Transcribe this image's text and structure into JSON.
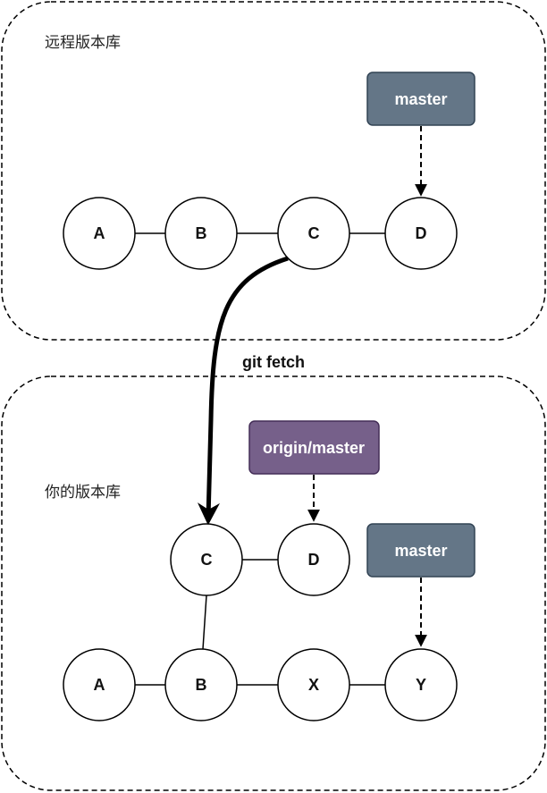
{
  "regions": {
    "remote": {
      "label": "远程版本库"
    },
    "local": {
      "label": "你的版本库"
    }
  },
  "remote": {
    "nodes": [
      "A",
      "B",
      "C",
      "D"
    ],
    "master_label": "master"
  },
  "local": {
    "nodes": [
      "A",
      "B",
      "X",
      "Y",
      "C",
      "D"
    ],
    "origin_master_label": "origin/master",
    "master_label": "master"
  },
  "command": "git fetch",
  "colors": {
    "master_tag": "#647687",
    "master_tag_border": "#314354",
    "origin_tag": "#76608a",
    "origin_tag_border": "#432d57"
  }
}
